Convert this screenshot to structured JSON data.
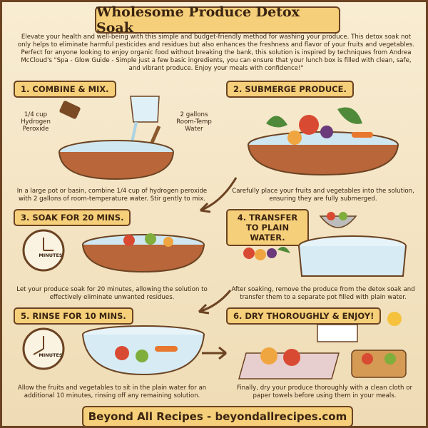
{
  "title": "Wholesome Produce Detox Soak",
  "intro": "Elevate your health and well-being with this simple and budget-friendly method for washing your produce. This detox soak not only helps to eliminate harmful pesticides and residues but also enhances the freshness and flavor of your fruits and vegetables. Perfect for anyone looking to enjoy organic food without breaking the bank, this solution is inspired by techniques from Andrea McCloud's \"Spa - Glow Guide - Simple just a few basic ingredients, you can ensure that your lunch box is filled with clean, safe, and vibrant produce. Enjoy your meals with confidence!\"",
  "steps": [
    {
      "label": "1. COMBINE & MIX.",
      "caption": "In a large pot or basin, combine 1/4 cup of hydrogen peroxide with 2 gallons of room-temperature water. Stir gently to mix.",
      "note_left": "1/4 cup Hydrogen Peroxide",
      "note_right": "2 gallons Room-Temp Water"
    },
    {
      "label": "2. SUBMERGE PRODUCE.",
      "caption": "Carefully place your fruits and vegetables into the solution, ensuring they are fully submerged."
    },
    {
      "label": "3. SOAK FOR 20 MINS.",
      "caption": "Let your produce soak for 20 minutes, allowing the solution to effectively eliminate unwanted residues.",
      "timer": "MINUTES"
    },
    {
      "label": "4. TRANSFER TO PLAIN WATER.",
      "caption": "After soaking, remove the produce from the detox soak and transfer them to a separate pot filled with plain water."
    },
    {
      "label": "5. RINSE FOR 10 MINS.",
      "caption": "Allow the fruits and vegetables to sit in the plain water for an additional 10 minutes, rinsing off any remaining solution.",
      "timer": "MINUTES"
    },
    {
      "label": "6. DRY THOROUGHLY & ENJOY!",
      "caption": "Finally, dry your produce thoroughly with a clean cloth or paper towels before using them in your meals."
    }
  ],
  "footer": "Beyond All Recipes - beyondallrecipes.com",
  "colors": {
    "border": "#6b4322",
    "banner": "#f6cf7a",
    "pot": "#b8663a",
    "water": "#cfe7f0",
    "background": "#f4e6c8"
  }
}
